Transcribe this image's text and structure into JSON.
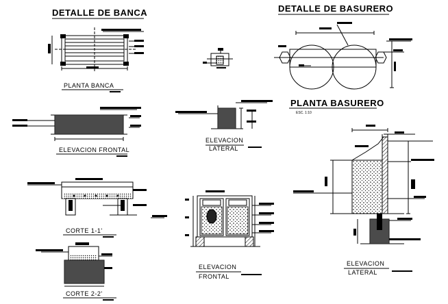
{
  "sections": {
    "banca_title": "DETALLE DE BANCA",
    "basurero_title": "DETALLE DE BASURERO"
  },
  "labels": {
    "planta_banca": "PLANTA BANCA",
    "elevacion_frontal_banca": "ELEVACION FRONTAL",
    "corte_1": "CORTE 1-1'",
    "corte_2": "CORTE 2-2'",
    "elevacion_lateral_1": "ELEVACION",
    "elevacion_lateral_2": "LATERAL",
    "planta_basurero": "PLANTA BASURERO",
    "escala": "ESC. 1:10",
    "elevacion_frontal_bas_1": "ELEVACION",
    "elevacion_frontal_bas_2": "FRONTAL",
    "elevacion_lateral_bas_1": "ELEVACION",
    "elevacion_lateral_bas_2": "LATERAL"
  },
  "colors": {
    "ink": "#000000",
    "paper": "#ffffff",
    "hatch": "#555555"
  }
}
